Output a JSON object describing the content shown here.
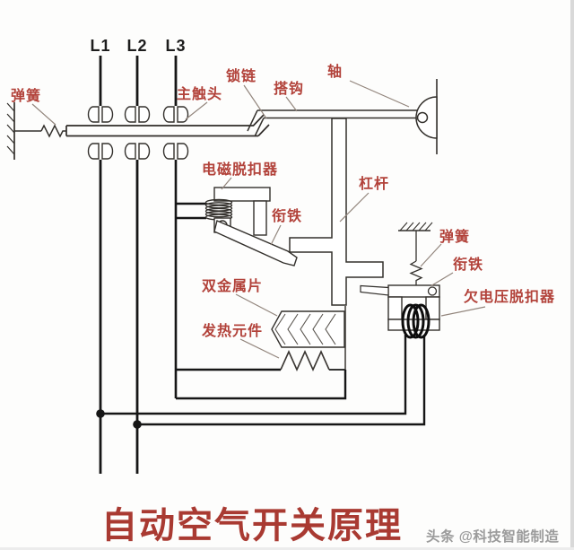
{
  "diagram": {
    "phases": [
      "L1",
      "L2",
      "L3"
    ],
    "labels": {
      "spring_left": "弹簧",
      "main_contact": "主触头",
      "lock_chain": "锁链",
      "catch_hook": "搭钩",
      "shaft": "轴",
      "em_release": "电磁脱扣器",
      "armature_em": "衔铁",
      "lever": "杠杆",
      "bimetal": "双金属片",
      "heater": "发热元件",
      "spring_right": "弹簧",
      "armature_uv": "衔铁",
      "uv_release": "欠电压脱扣器"
    },
    "title": "自动空气开关原理",
    "watermark": "头条 @科技智能制造",
    "colors": {
      "label_red": "#b2423a",
      "title_red": "#a93a32",
      "line_dark": "#33302c",
      "wire_black": "#161616",
      "pointer_gray": "#92857c",
      "watermark_gray": "#9b9b9b",
      "background": "#fdfdfc"
    }
  }
}
